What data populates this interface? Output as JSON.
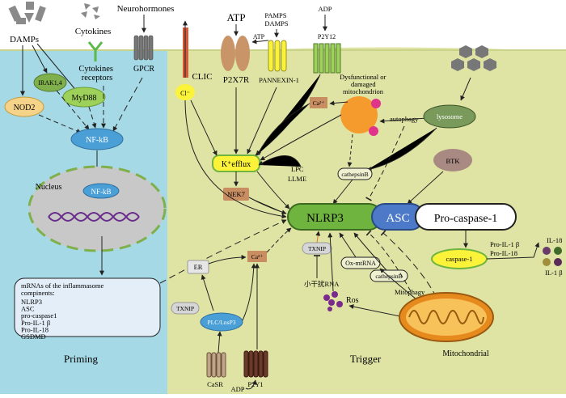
{
  "colors": {
    "priming_bg": "#a6d9e6",
    "trigger_bg": "#dfe4a4",
    "nfkb": "#4a9fd6",
    "nlrp3": "#6fb43f",
    "asc": "#4c79c8",
    "mito_orange": "#f59b2e",
    "lysosome_green": "#7a9a5c",
    "yellow_highlight": "#fbf23a",
    "brown_box": "#c98d62"
  },
  "regions": {
    "priming": "Priming",
    "trigger": "Trigger"
  },
  "top": {
    "damps": "DAMPs",
    "cytokines": "Cytokines",
    "neurohormones": "Neurohormones",
    "cytokines_receptors": "Cytokines\nreceptors",
    "gpcr": "GPCR",
    "atp": "ATP",
    "atp_small": "ATP",
    "pamps_damps": "PAMPS\nDAMPS",
    "adp": "ADP",
    "p2y12": "P2Y12",
    "clic": "CLIC",
    "p2x7r": "P2X7R",
    "pannexin": "PANNEXIN-1"
  },
  "priming": {
    "irak": "IRAK1,4",
    "myd88": "MyD88",
    "nod2": "NOD2",
    "nfkb": "NF-kB",
    "nucleus": "Nucleus",
    "nfkb_nucleus": "NF-kB",
    "mrna_title": "mRNAs of the inflammasome\ncompinents:",
    "mrna_items": [
      "NLRP3",
      "ASC",
      "pro-caspase1",
      "Pro-IL-1 β",
      "Pro-IL-18",
      "GSDMD"
    ]
  },
  "trigger": {
    "cl": "Cl⁻",
    "ca_top": "Ca²⁺",
    "k_efflux": "K⁺efflux",
    "dysfunctional": "Dysfunctional or\ndamaged\nmitochondrion",
    "autophagy": "autophagy",
    "lysosome": "lysosome",
    "lpc": "LPC",
    "llme": "LLME",
    "cathepsinb_top": "cathepsinB",
    "btk": "BTK",
    "nek7": "NEK7",
    "nlrp3": "NLRP3",
    "asc": "ASC",
    "pro_caspase": "Pro-caspase-1",
    "caspase": "caspase-1",
    "pro_il1b": "Pro-IL-1 β",
    "pro_il18": "Pro-IL-18",
    "il18": "IL-18",
    "il1b": "IL-1 β",
    "er": "ER",
    "ca_mid": "Ca²⁺",
    "txnip_left": "TXNIP",
    "txnip_mid": "TXNIP",
    "small_rna": "小干扰RNA",
    "ox_mtrna": "Ox-mtRNA",
    "cathepsinb_mid": "cathepsinB",
    "mitophagy": "Mitophagy",
    "ros": "Ros",
    "plc": "PLC/LnsP3",
    "casr": "CaSR",
    "p2y1": "P2Y1",
    "adp_bottom": "ADP",
    "mitochondrial": "Mitochondrial"
  }
}
